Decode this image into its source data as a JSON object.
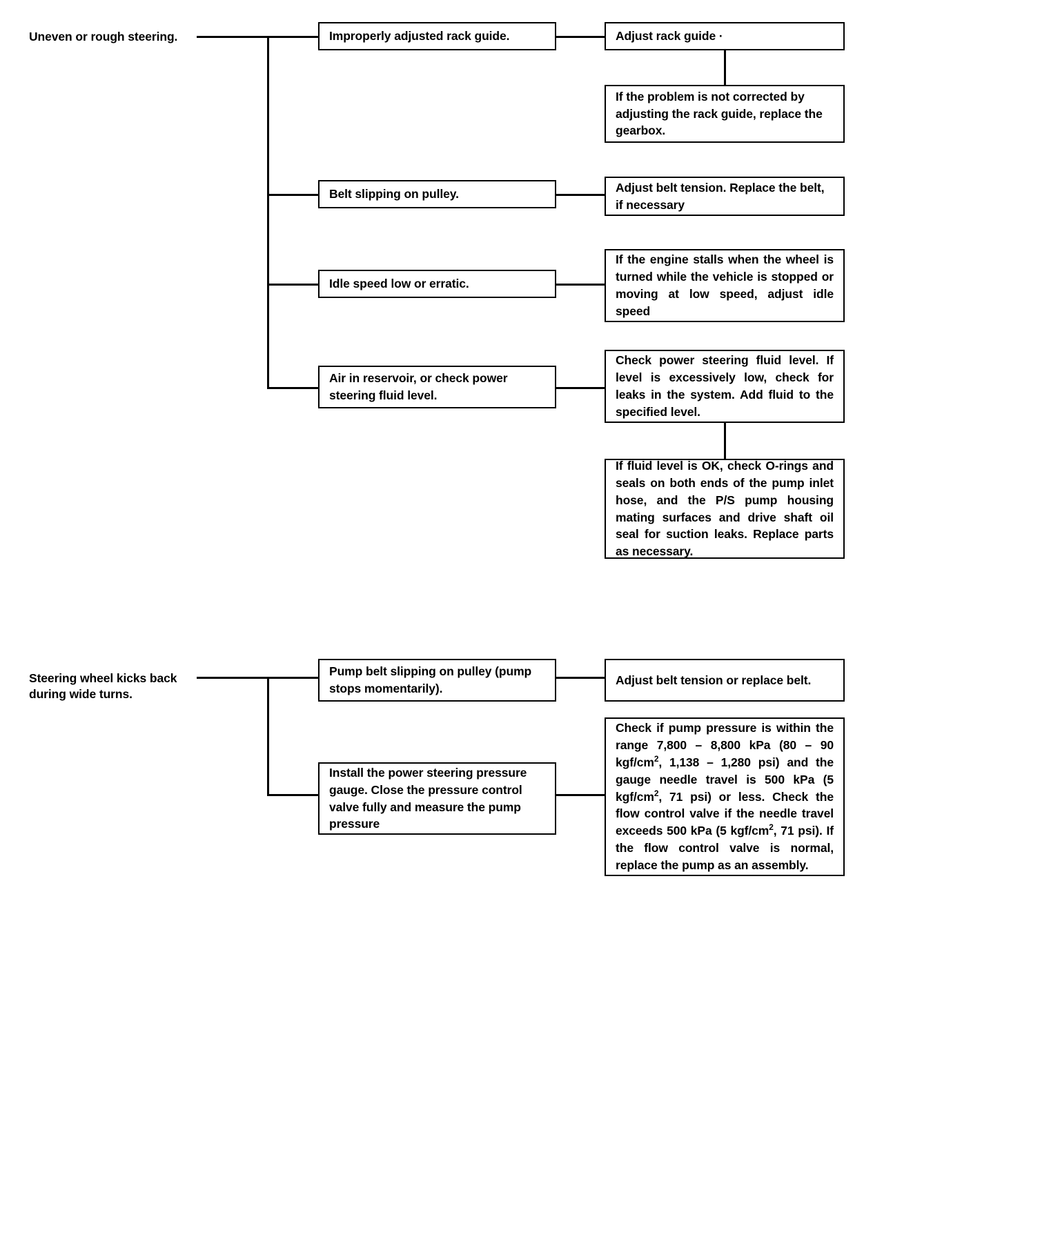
{
  "document": {
    "type": "troubleshooting-flowchart",
    "title": "Power Steering Troubleshooting",
    "line_color": "#000000",
    "background_color": "#ffffff"
  },
  "sections": [
    {
      "id": "uneven-rough-steering",
      "symptom": "Uneven or rough steering.",
      "causes": [
        {
          "id": "rack-guide",
          "cause": "Improperly adjusted rack guide.",
          "remedies": [
            "Adjust rack guide .",
            "If the problem is not corrected by adjusting the rack guide, replace the gearbox."
          ]
        },
        {
          "id": "belt-slipping",
          "cause": "Belt slipping on pulley.",
          "remedies": [
            "Adjust belt tension. Replace the belt, if necessary"
          ]
        },
        {
          "id": "idle-speed",
          "cause": "Idle speed low or erratic.",
          "remedies": [
            "If the engine stalls when the wheel is turned while the vehicle is stopped or moving at low speed, adjust idle speed"
          ]
        },
        {
          "id": "air-in-reservoir",
          "cause": "Air in reservoir, or check power steering fluid level.",
          "remedies": [
            "Check power steering fluid level. If level is excessively low, check for leaks in the system. Add fluid to the specified level.",
            "If fluid level is OK, check O-rings and seals on both ends of the pump inlet hose, and the P/S pump housing mating surfaces and drive shaft oil seal for suction leaks. Replace parts as necessary."
          ]
        }
      ]
    },
    {
      "id": "steering-wheel-kicks-back",
      "symptom": "Steering wheel kicks back\nduring wide turns.",
      "causes": [
        {
          "id": "pump-belt-slipping",
          "cause": "Pump belt slipping on pulley (pump stops momentarily).",
          "remedies": [
            "Adjust belt tension or replace belt."
          ]
        },
        {
          "id": "pressure-gauge",
          "cause": "Install the power steering pressure gauge. Close the pressure control valve fully and measure the pump pressure",
          "remedies": [
            "Check if pump pressure is within the range 7,800 – 8,800 kPa (80 – 90 kgf/cm2, 1,138 – 1,280 psi) and the gauge needle travel is 500 kPa (5 kgf/cm2, 71 psi) or less. Check the flow control valve if the needle travel exceeds 500 kPa (5 kgf/cm2, 71 psi). If the flow control valve is normal, replace the pump as an assembly."
          ]
        }
      ]
    }
  ],
  "boxes": {
    "rack_guide_cause": "Improperly adjusted rack guide.",
    "rack_guide_remedy": "Adjust rack guide ·",
    "gearbox_remedy": "If the problem is not corrected by adjusting the rack guide, replace the gearbox.",
    "belt_cause": "Belt slipping on pulley.",
    "belt_remedy": "Adjust belt tension. Replace the belt, if necessary",
    "idle_cause": "Idle speed low or erratic.",
    "idle_remedy": "If the engine stalls when the wheel is turned while the vehicle is stopped or moving at low speed, adjust idle speed",
    "air_cause": "Air in reservoir, or check power steering fluid level.",
    "fluid_remedy": "Check power steering fluid level. If level is excessively low, check for leaks in the system. Add fluid to the specified level.",
    "oring_remedy": "If fluid level is OK, check O-rings and seals on both ends of the pump inlet hose, and the P/S pump housing mating surfaces and drive shaft oil seal for suction leaks. Replace parts as necessary.",
    "pump_belt_cause": "Pump belt slipping on pulley (pump stops momentarily).",
    "pump_belt_remedy": "Adjust belt tension or replace belt.",
    "gauge_cause": "Install the power steering pressure gauge. Close the pressure control valve fully and measure the pump pressure"
  },
  "pressure_remedy": {
    "part1": "Check if pump pressure is within the range 7,800 – 8,800 kPa (80 – 90 kgf/cm",
    "sup1": "2",
    "part2": ", 1,138 – 1,280 psi) and the gauge needle travel is 500 kPa (5 kgf/cm",
    "sup2": "2",
    "part3": ", 71 psi) or less. Check the flow control valve if the needle travel exceeds 500 kPa (5 kgf/cm",
    "sup3": "2",
    "part4": ", 71 psi). If the flow control valve is normal, replace the pump as an assembly."
  },
  "symptoms": {
    "first": "Uneven or rough steering.",
    "second": "Steering wheel kicks back\nduring wide turns."
  }
}
